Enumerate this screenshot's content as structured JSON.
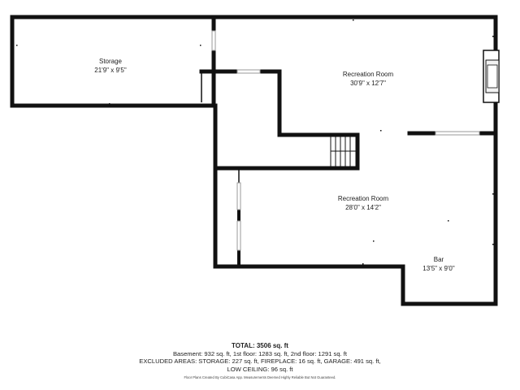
{
  "rooms": {
    "storage": {
      "name": "Storage",
      "dims": "21'9\" x 9'5\""
    },
    "rec_upper": {
      "name": "Recreation Room",
      "dims": "30'9\" x 12'7\""
    },
    "rec_lower": {
      "name": "Recreation Room",
      "dims": "28'0\" x 14'2\""
    },
    "bar": {
      "name": "Bar",
      "dims": "13'5\" x 9'0\""
    }
  },
  "summary": {
    "total": "TOTAL: 3506 sq. ft",
    "line1": "Basement: 932 sq. ft, 1st floor: 1283 sq. ft, 2nd floor: 1291 sq. ft",
    "line2": "EXCLUDED AREAS: STORAGE: 227 sq. ft, FIREPLACE: 16 sq. ft, GARAGE: 491 sq. ft,",
    "line3": "LOW CEILING: 96 sq. ft",
    "disclaimer": "Floor Plans Created By CubiCasa App. Measurements Deemed Highly Reliable But Not Guaranteed."
  },
  "colors": {
    "wall": "#111111",
    "background": "#ffffff",
    "window": "#cccccc",
    "text": "#222222"
  }
}
